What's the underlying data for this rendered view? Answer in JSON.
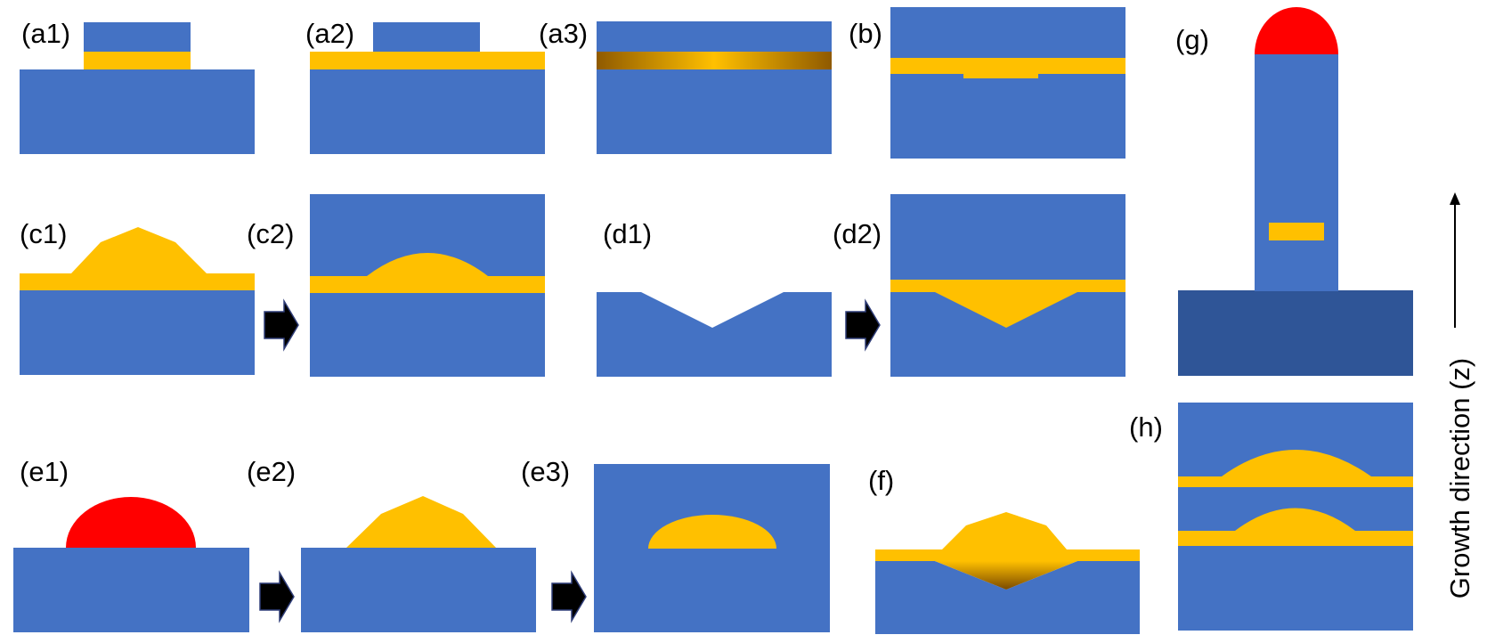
{
  "colors": {
    "blue": "#4472C4",
    "dark_blue": "#2F5597",
    "yellow": "#FFC000",
    "red": "#FF0000",
    "arrow_fill": "#000000",
    "arrow_stroke": "#2F3D78",
    "gradient_dark": "#8F5A00"
  },
  "labels": {
    "a1": "(a1)",
    "a2": "(a2)",
    "a3": "(a3)",
    "b": "(b)",
    "c1": "(c1)",
    "c2": "(c2)",
    "d1": "(d1)",
    "d2": "(d2)",
    "e1": "(e1)",
    "e2": "(e2)",
    "e3": "(e3)",
    "f": "(f)",
    "g": "(g)",
    "h": "(h)"
  },
  "axis": {
    "text": "Growth direction (z)"
  }
}
